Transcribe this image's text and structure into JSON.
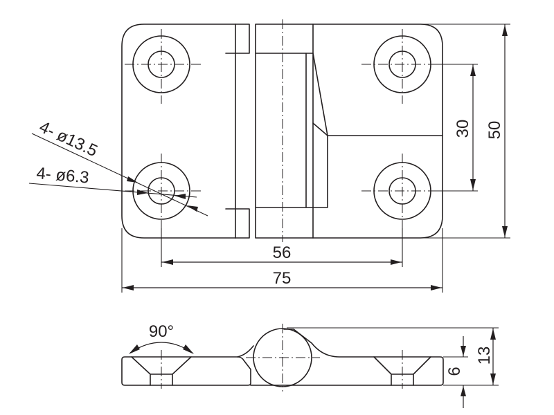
{
  "dimensions": {
    "hole_spacing_horizontal": "56",
    "overall_width": "75",
    "hole_spacing_vertical": "30",
    "overall_height": "50",
    "opening_angle": "90°",
    "plate_thickness": "6",
    "overall_thickness": "13"
  },
  "callouts": {
    "counterbore_diameter": "4- ø13.5",
    "hole_diameter": "4- ø6.3"
  },
  "colors": {
    "line": "#231f20",
    "background": "#ffffff"
  }
}
